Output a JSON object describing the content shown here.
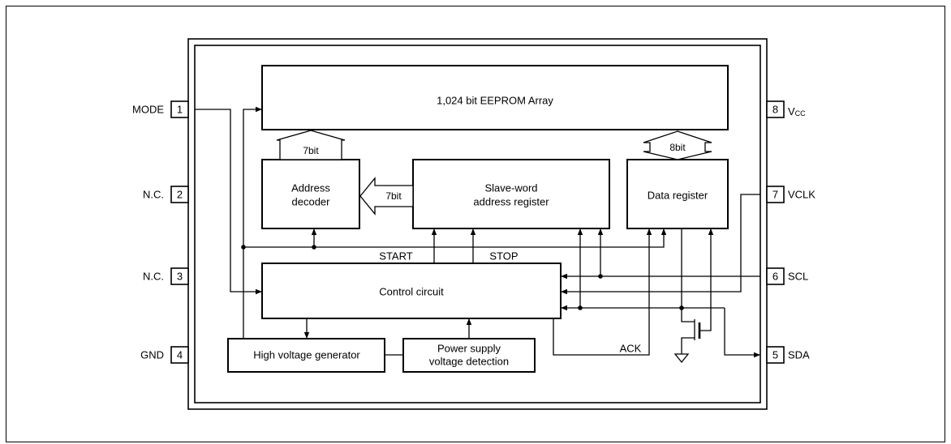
{
  "diagram": {
    "blocks": {
      "eeprom_array": "1,024 bit EEPROM Array",
      "address_decoder": [
        "Address",
        "decoder"
      ],
      "slave_word_register": [
        "Slave-word",
        "address register"
      ],
      "data_register": "Data register",
      "control_circuit": "Control circuit",
      "high_voltage_generator": "High voltage generator",
      "power_supply_detection": [
        "Power supply",
        "voltage detection"
      ]
    },
    "buses": {
      "decoder_to_array": "7bit",
      "data_to_array": "8bit",
      "register_to_decoder": "7bit"
    },
    "signals": {
      "start": "START",
      "stop": "STOP",
      "ack": "ACK"
    },
    "pins_left": [
      {
        "number": "1",
        "label": "MODE"
      },
      {
        "number": "2",
        "label": "N.C."
      },
      {
        "number": "3",
        "label": "N.C."
      },
      {
        "number": "4",
        "label": "GND"
      }
    ],
    "pins_right": [
      {
        "number": "8",
        "label": "V",
        "label_sub": "CC"
      },
      {
        "number": "7",
        "label": "VCLK"
      },
      {
        "number": "6",
        "label": "SCL"
      },
      {
        "number": "5",
        "label": "SDA"
      }
    ]
  }
}
